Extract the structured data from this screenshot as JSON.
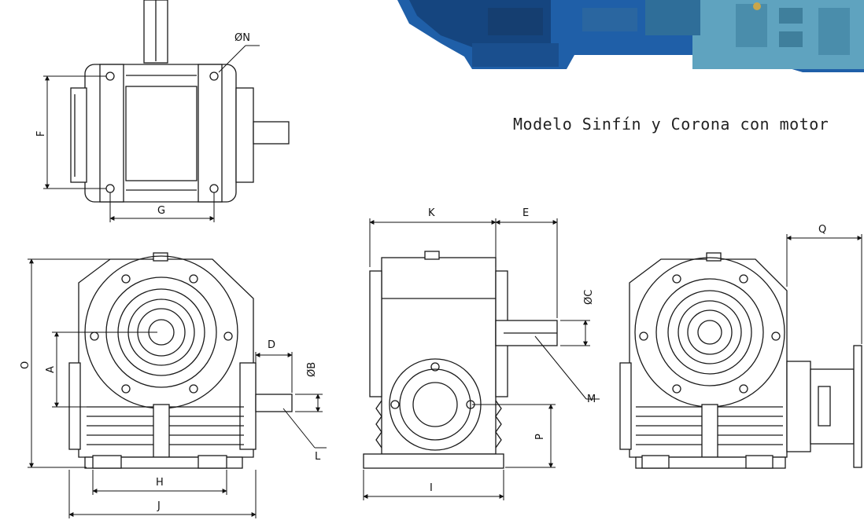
{
  "caption": "Modelo Sinfín y Corona con motor",
  "dimension_labels": {
    "N": "ØN",
    "F": "F",
    "G": "G",
    "K": "K",
    "E": "E",
    "Q": "Q",
    "C": "ØC",
    "D": "D",
    "B": "ØB",
    "O": "O",
    "A": "A",
    "L": "L",
    "M": "M",
    "P": "P",
    "H": "H",
    "J": "J",
    "I": "I"
  },
  "colors": {
    "line": "#1a1a1a",
    "motor_blue": "#1f5fa8",
    "motor_dark": "#0d2f5c",
    "gearbox_teal": "#5fa3bf"
  }
}
